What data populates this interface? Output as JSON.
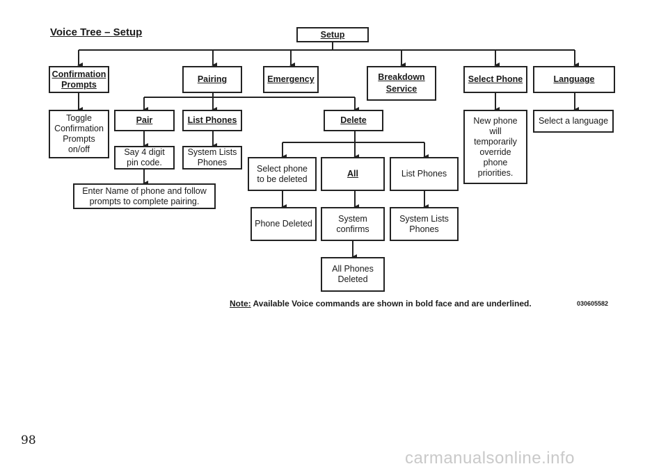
{
  "title": "Voice Tree – Setup",
  "nodes": {
    "setup": "Setup",
    "confirmation_prompts": "Confirmation\nPrompts",
    "pairing": "Pairing",
    "emergency": "Emergency",
    "breakdown_service": "Breakdown\nService",
    "select_phone": "Select Phone",
    "language": "Language",
    "toggle_confirmation": "Toggle\nConfirmation\nPrompts\non/off",
    "pair": "Pair",
    "list_phones": "List Phones",
    "delete": "Delete",
    "new_phone": "New phone\nwill\ntemporarily\noverride\nphone\npriorities.",
    "select_language": "Select a language",
    "say_pin": "Say 4 digit\npin code.",
    "system_lists_phones_1": "System Lists\nPhones",
    "enter_name": "Enter Name of phone and follow\nprompts to complete pairing.",
    "select_phone_delete": "Select phone\nto be deleted",
    "all": "All",
    "list_phones_2": "List Phones",
    "phone_deleted": "Phone Deleted",
    "system_confirms": "System\nconfirms",
    "system_lists_phones_2": "System Lists\nPhones",
    "all_phones_deleted": "All Phones\nDeleted"
  },
  "note": {
    "label": "Note:",
    "text": " Available Voice commands are shown in bold face and are underlined."
  },
  "figure_code": "030605582",
  "page_number": "98",
  "watermark": "carmanualsonline.info"
}
